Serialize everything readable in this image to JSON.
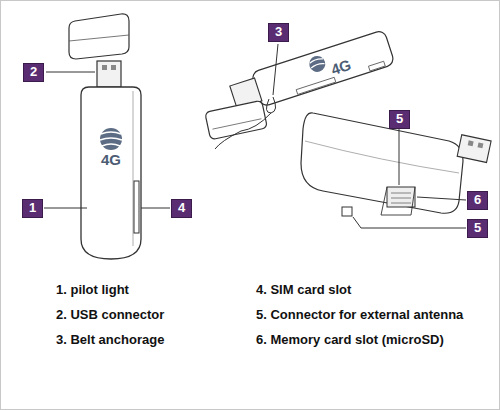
{
  "diagram": {
    "nodes": [
      {
        "text": [
          "3"
        ]
      },
      {
        "text": [
          "2"
        ]
      },
      {
        "text": [
          "5"
        ]
      },
      {
        "text": [
          "6"
        ]
      },
      {
        "text": [
          "1"
        ]
      },
      {
        "text": [
          "4"
        ]
      },
      {
        "text": [
          "5"
        ]
      }
    ],
    "labels": [
      "4G",
      "4G",
      "1. pilot light",
      "4. SIM card slot",
      "2. USB connector",
      "5. Connector for external antenna",
      "3. Belt anchorage",
      "6. Memory card slot (microSD)"
    ]
  }
}
